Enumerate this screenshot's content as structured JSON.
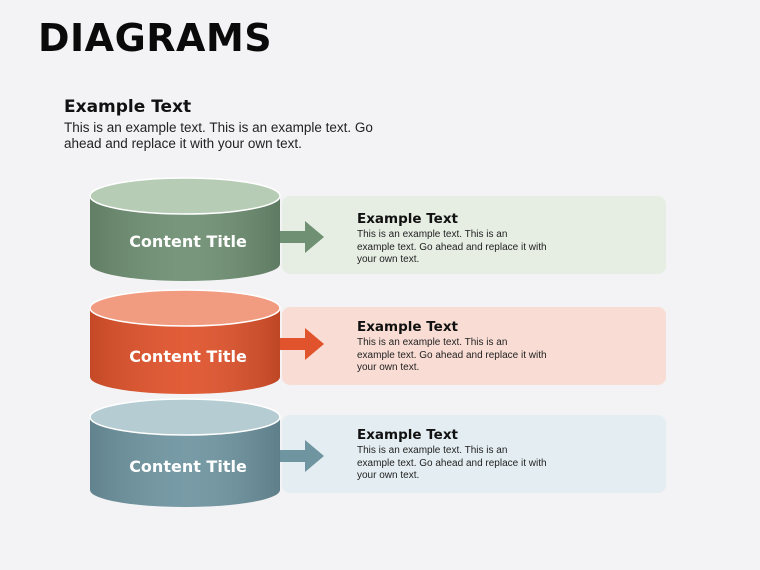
{
  "header": {
    "title": "DIAGRAMS"
  },
  "intro": {
    "heading": "Example Text",
    "body": "This is an example text. This is an example text. Go ahead and replace it with your own text."
  },
  "rows": [
    {
      "label": "Content Title",
      "heading": "Example Text",
      "body": "This is an example text. This is an example text. Go ahead and replace it with your own text.",
      "color": "#6f9073",
      "top_color": "#b6ccb5",
      "band_color": "#e6eee4"
    },
    {
      "label": "Content Title",
      "heading": "Example Text",
      "body": "This is an example text. This is an example text. Go ahead and replace it with your own text.",
      "color": "#e0532c",
      "top_color": "#f19c80",
      "band_color": "#f9ddd4"
    },
    {
      "label": "Content Title",
      "heading": "Example Text",
      "body": "This is an example text. This is an example text. Go ahead and replace it with your own text.",
      "color": "#6f95a1",
      "top_color": "#b5ccd3",
      "band_color": "#e4eef2"
    }
  ]
}
